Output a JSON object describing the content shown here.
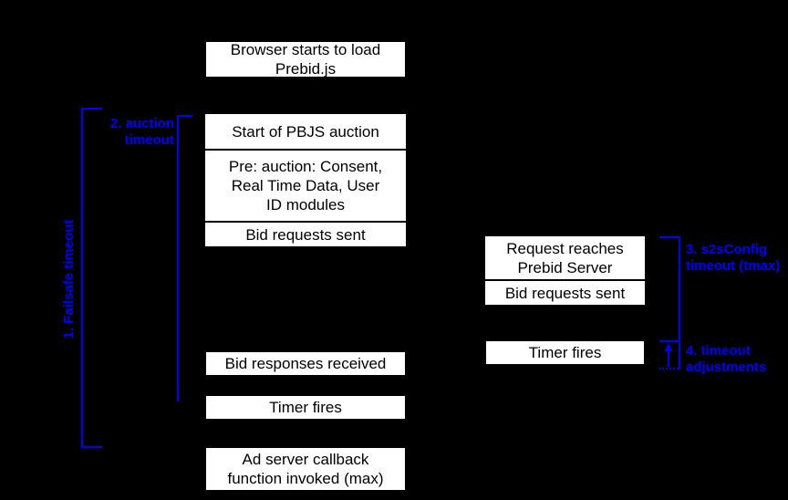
{
  "left_column": {
    "browser": "Browser starts to load\nPrebid.js",
    "auction_start": "Start of PBJS auction",
    "pre_auction": "Pre: auction: Consent,\nReal Time Data, User\nID modules",
    "bid_requests": "Bid requests sent",
    "bid_responses": "Bid responses received",
    "timer_fires": "Timer fires",
    "ad_server_callback": "Ad server callback\nfunction invoked (max)"
  },
  "right_column": {
    "request_reaches": "Request reaches\nPrebid Server",
    "bid_requests": "Bid requests sent",
    "timer_fires": "Timer fires"
  },
  "annotations": {
    "failsafe": "1. Failsafe timeout",
    "auction": "2. auction\ntimeout",
    "s2s_config": "3. s2sConfig\ntimeout (tmax)",
    "timeout_adjustments": "4. timeout\nadjustments"
  },
  "colors": {
    "background": "#000000",
    "box_fill": "#ffffff",
    "box_text": "#000000",
    "annotation_blue": "#0000ff"
  }
}
